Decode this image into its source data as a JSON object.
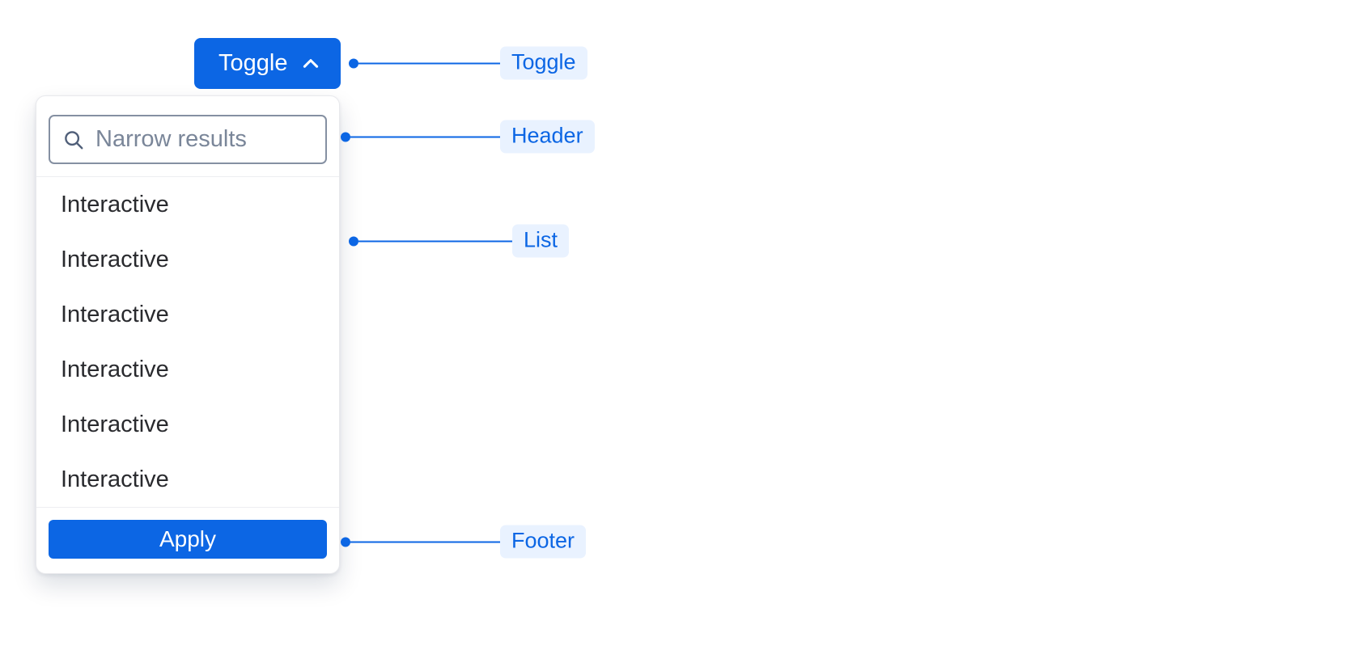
{
  "toggle": {
    "label": "Toggle",
    "icon": "chevron-up-icon"
  },
  "dropdown": {
    "search": {
      "placeholder": "Narrow results",
      "value": "",
      "icon": "search-icon"
    },
    "items": [
      {
        "label": "Interactive"
      },
      {
        "label": "Interactive"
      },
      {
        "label": "Interactive"
      },
      {
        "label": "Interactive"
      },
      {
        "label": "Interactive"
      },
      {
        "label": "Interactive"
      }
    ],
    "footer": {
      "apply_label": "Apply"
    }
  },
  "annotations": [
    {
      "label": "Toggle"
    },
    {
      "label": "Header"
    },
    {
      "label": "List"
    },
    {
      "label": "Footer"
    }
  ],
  "colors": {
    "primary_blue": "#0C66E4",
    "annotation_text": "#0C66E4",
    "annotation_background": "#E9F2FF",
    "list_text": "#292A2E",
    "placeholder_text": "#7A8699"
  }
}
